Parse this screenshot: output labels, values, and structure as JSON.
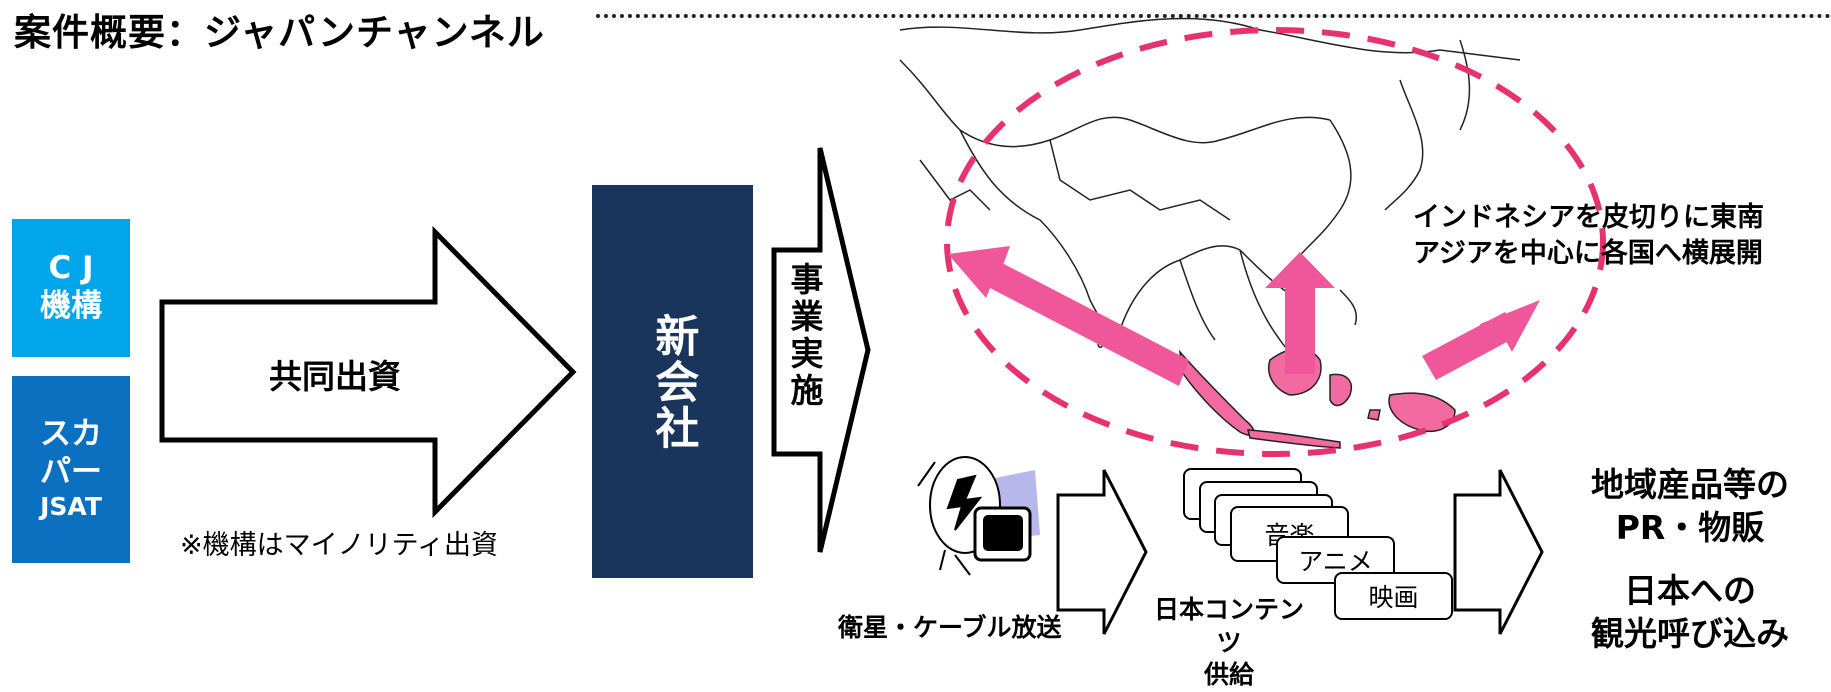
{
  "title": "案件概要：ジャパンチャンネル",
  "investors": {
    "cj": "C J\n機構",
    "skyperfect_line1": "スカ",
    "skyperfect_line2": "パー",
    "skyperfect_line3": "JSAT"
  },
  "joint_investment": "共同出資",
  "note": "※機構はマイノリティ出資",
  "new_company": "新会社",
  "business": "事業実施",
  "expansion_text_line1": "インドネシアを皮切りに東南",
  "expansion_text_line2": "アジアを中心に各国へ横展開",
  "broadcast_label": "衛星・ケーブル放送",
  "contents": {
    "card_music": "音楽",
    "card_anime": "アニメ",
    "card_movie": "映画",
    "label": "日本コンテンツ\n供給"
  },
  "results": {
    "item1": "地域産品等の\nPR・物販",
    "item2": "日本への\n観光呼び込み"
  },
  "colors": {
    "cj": "#00a6e9",
    "skyperfect": "#0a70bf",
    "new_company": "#1a355b",
    "highlight": "#e6336f"
  }
}
